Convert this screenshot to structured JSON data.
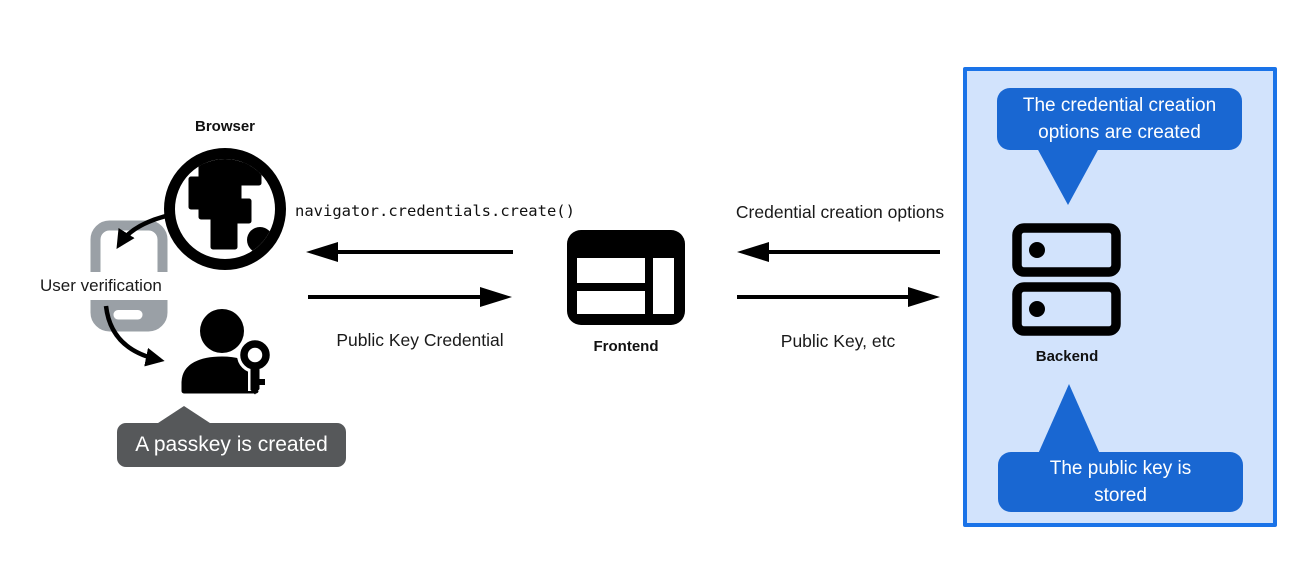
{
  "nodes": {
    "browser": {
      "label": "Browser"
    },
    "user_verification": {
      "label": "User verification"
    },
    "frontend": {
      "label": "Frontend"
    },
    "backend": {
      "label": "Backend"
    }
  },
  "flows": {
    "create_call": {
      "label": "navigator.credentials.create()",
      "direction": "left"
    },
    "public_key_credential": {
      "label": "Public Key Credential",
      "direction": "right"
    },
    "credential_creation_options": {
      "label": "Credential creation options",
      "direction": "left"
    },
    "public_key_etc": {
      "label": "Public Key, etc",
      "direction": "right"
    }
  },
  "backend_panel": {
    "bubble_top": {
      "line1": "The credential creation",
      "line2": "options are created"
    },
    "bubble_bottom": {
      "line1": "The public key is",
      "line2": "stored"
    }
  },
  "tooltip": {
    "label": "A passkey is created"
  },
  "icons": {
    "browser": "globe-icon",
    "user_verification": "smartphone-icon",
    "passkey": "person-key-icon",
    "frontend": "browser-window-icon",
    "backend": "server-stack-icon"
  },
  "colors": {
    "bubble_blue": "#1967d2",
    "panel_fill": "#d2e3fc",
    "panel_border": "#1a73e8",
    "tooltip_gray": "#56585a",
    "phone_gray": "#9aa0a6",
    "ink": "#000000"
  }
}
